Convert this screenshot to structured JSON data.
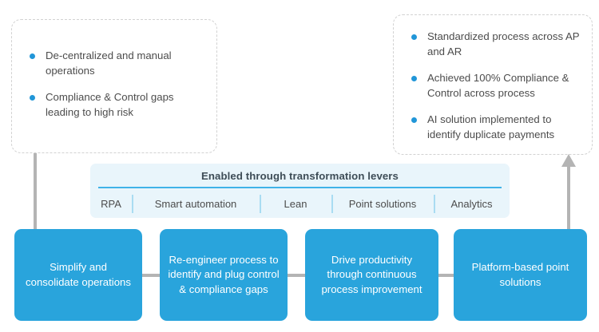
{
  "current_state": {
    "bullets": [
      {
        "text": "De-centralized and manual operations"
      },
      {
        "text": "Compliance & Control gaps leading to high risk"
      }
    ]
  },
  "future_state": {
    "bullets": [
      {
        "text": "Standardized process across AP and AR"
      },
      {
        "text": "Achieved 100% Compliance & Control across process"
      },
      {
        "text": "AI solution implemented to identify duplicate payments"
      }
    ]
  },
  "levers": {
    "title": "Enabled through transformation levers",
    "items": [
      {
        "label": "RPA"
      },
      {
        "label": "Smart automation"
      },
      {
        "label": "Lean"
      },
      {
        "label": "Point solutions"
      },
      {
        "label": "Analytics"
      }
    ]
  },
  "process_steps": [
    {
      "label": "Simplify and consolidate operations"
    },
    {
      "label": "Re-engineer process to identify and plug control & compliance gaps"
    },
    {
      "label": "Drive productivity through continuous process improvement"
    },
    {
      "label": "Platform-based point solutions"
    }
  ],
  "colors": {
    "accent_blue": "#29a4dc",
    "band_background": "#e9f5fb",
    "divider_blue": "#40b3e8",
    "separator_blue": "#a9dcf2",
    "connector_grey": "#b4b4b4",
    "dashed_border_grey": "#d2d2d2",
    "body_text": "#4c4c4c",
    "title_text": "#3e4d57"
  }
}
